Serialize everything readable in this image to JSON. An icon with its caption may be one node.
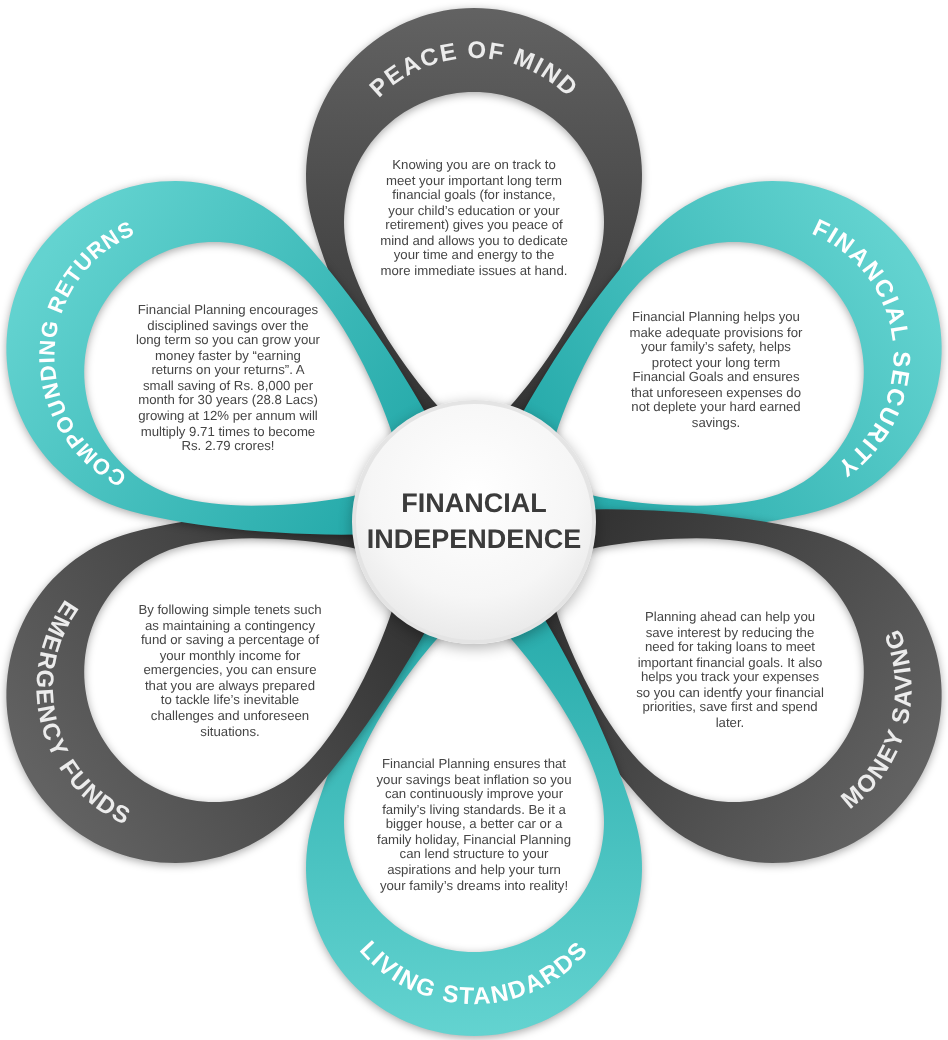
{
  "diagram": {
    "nodes": [
      {
        "text": [
          "FINANCIAL INDEPENDENCE"
        ]
      },
      {
        "text": [
          "PEACE OF MIND",
          "Knowing you are on track to meet your important long term financial goals (for instance, your child’s education or your retirement) gives you peace of mind and allows you to dedicate your time and energy to the more immediate issues at hand."
        ]
      },
      {
        "text": [
          "Financial Planning helps you make adequate provisions for your family’s safety, helps protect your long term Financial Goals and ensures that unforeseen expenses do not deplete your hard earned savings.",
          "FINANCIAL SECURITY"
        ]
      },
      {
        "text": [
          "Planning ahead can help you save interest by reducing the need for taking loans to meet important financial goals. It also helps you track your expenses so you can identfy your financial priorities, save first and spend later.",
          "MONEY SAVING"
        ]
      },
      {
        "text": [
          "Financial Planning ensures that your savings beat inflation so you can continuously improve your family’s living standards. Be it a bigger house, a better car or a family holiday, Financial Planning can lend structure to your aspirations and help your turn your family’s dreams into reality!",
          "LIVING STANDARDS"
        ]
      },
      {
        "text": [
          "EMERGENCY FUNDS",
          "By following simple tenets such as maintaining a contingency fund or saving a percentage of your monthly income for emergencies, you can ensure that you are always prepared to tackle life’s inevitable challenges and unforeseen situations."
        ]
      },
      {
        "text": [
          "COMPOUNDING RETURNS",
          "Financial Planning encourages disciplined savings over the long term so you can grow your money faster by “earning returns on your returns”. A small saving of Rs. 8,000 per month for 30 years (28.8 Lacs) growing at 12% per annum will multiply 9.71 times to become Rs. 2.79 crores!"
        ]
      }
    ]
  }
}
